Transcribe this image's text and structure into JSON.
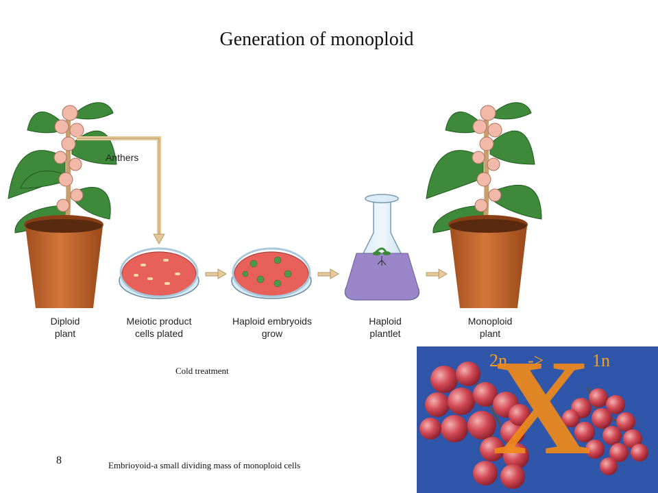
{
  "title": "Generation of monoploid",
  "labels": {
    "anthers": "Anthers",
    "diploid": [
      "Diploid",
      "plant"
    ],
    "meiotic": [
      "Meiotic product",
      "cells plated"
    ],
    "embryoids": [
      "Haploid embryoids",
      "grow"
    ],
    "plantlet": [
      "Haploid",
      "plantlet"
    ],
    "monoploid": [
      "Monoploid",
      "plant"
    ]
  },
  "notes": {
    "cold": "Cold treatment",
    "embryoid_def": "Embrioyoid-a small dividing mass of monoploid cells",
    "slide_number": "8"
  },
  "grape_panel": {
    "from": "2n",
    "arrow": "->",
    "to": "1n",
    "cross": "X"
  },
  "colors": {
    "pot": "#c0652b",
    "leaf": "#3f8a3a",
    "flower": "#f2b8a8",
    "dish_agar": "#e8605a",
    "flask_liquid": "#9a86c8",
    "arrow": "#e6c89a",
    "panel_bg": "#2f56a8",
    "cross": "#f08a1a"
  }
}
